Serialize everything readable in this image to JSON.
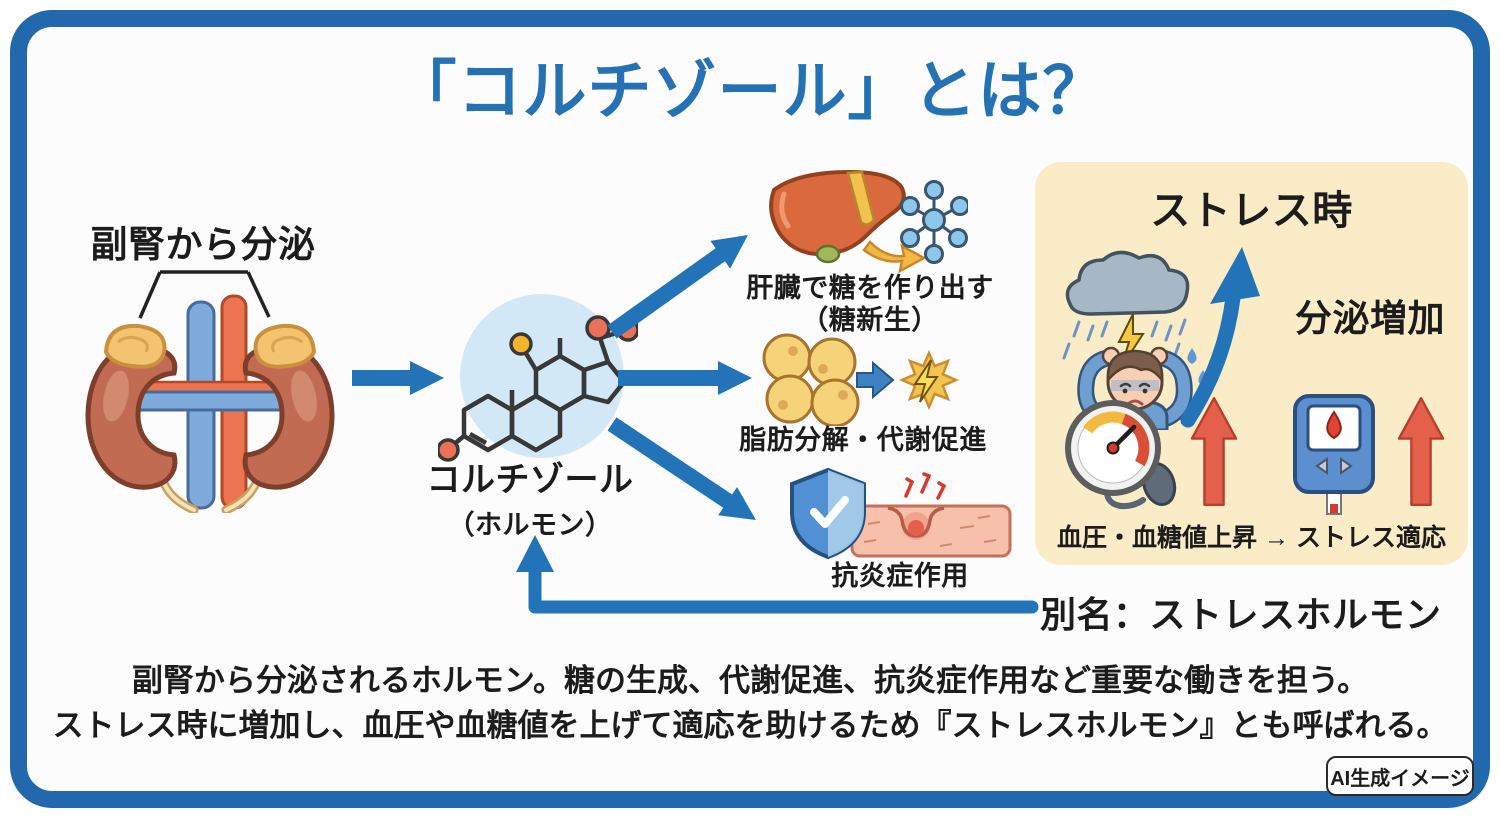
{
  "title": "「コルチゾール」とは？",
  "source": {
    "label": "副腎から分泌"
  },
  "hormone": {
    "name": "コルチゾール",
    "subtitle": "（ホルモン）"
  },
  "effects": [
    {
      "label": "肝臓で糖を作り出す",
      "sub": "（糖新生）",
      "icon": "liver-to-glucose-icon"
    },
    {
      "label": "脂肪分解・代謝促進",
      "icon": "fat-cells-energy-icon"
    },
    {
      "label": "抗炎症作用",
      "icon": "shield-inflammation-icon"
    }
  ],
  "stress_panel": {
    "title": "ストレス時",
    "increase_label": "分泌増加",
    "caption": "血圧・血糖値上昇 → ストレス適応",
    "icons": [
      "storm-stressed-person-icon",
      "secretion-up-arrow-icon",
      "blood-pressure-gauge-icon",
      "rise-arrow-icon",
      "glucose-meter-icon",
      "rise-arrow-icon"
    ]
  },
  "alias": "別名：ストレスホルモン",
  "description": {
    "line1": "副腎から分泌されるホルモン。糖の生成、代謝促進、抗炎症作用など重要な働きを担う。",
    "line2": "ストレス時に増加し、血圧や血糖値を上げて適応を助けるため『ストレスホルモン』とも呼ばれる。"
  },
  "badge": "AI生成イメージ",
  "colors": {
    "frame_blue": "#2268ad",
    "title_blue": "#2471b4",
    "arrow_blue": "#2273b8",
    "panel_cream": "#f9ecc7",
    "text_black": "#1c1c1c",
    "molecule_circle": "#d2e8f6",
    "rise_arrow_orange": "#e4604a"
  }
}
